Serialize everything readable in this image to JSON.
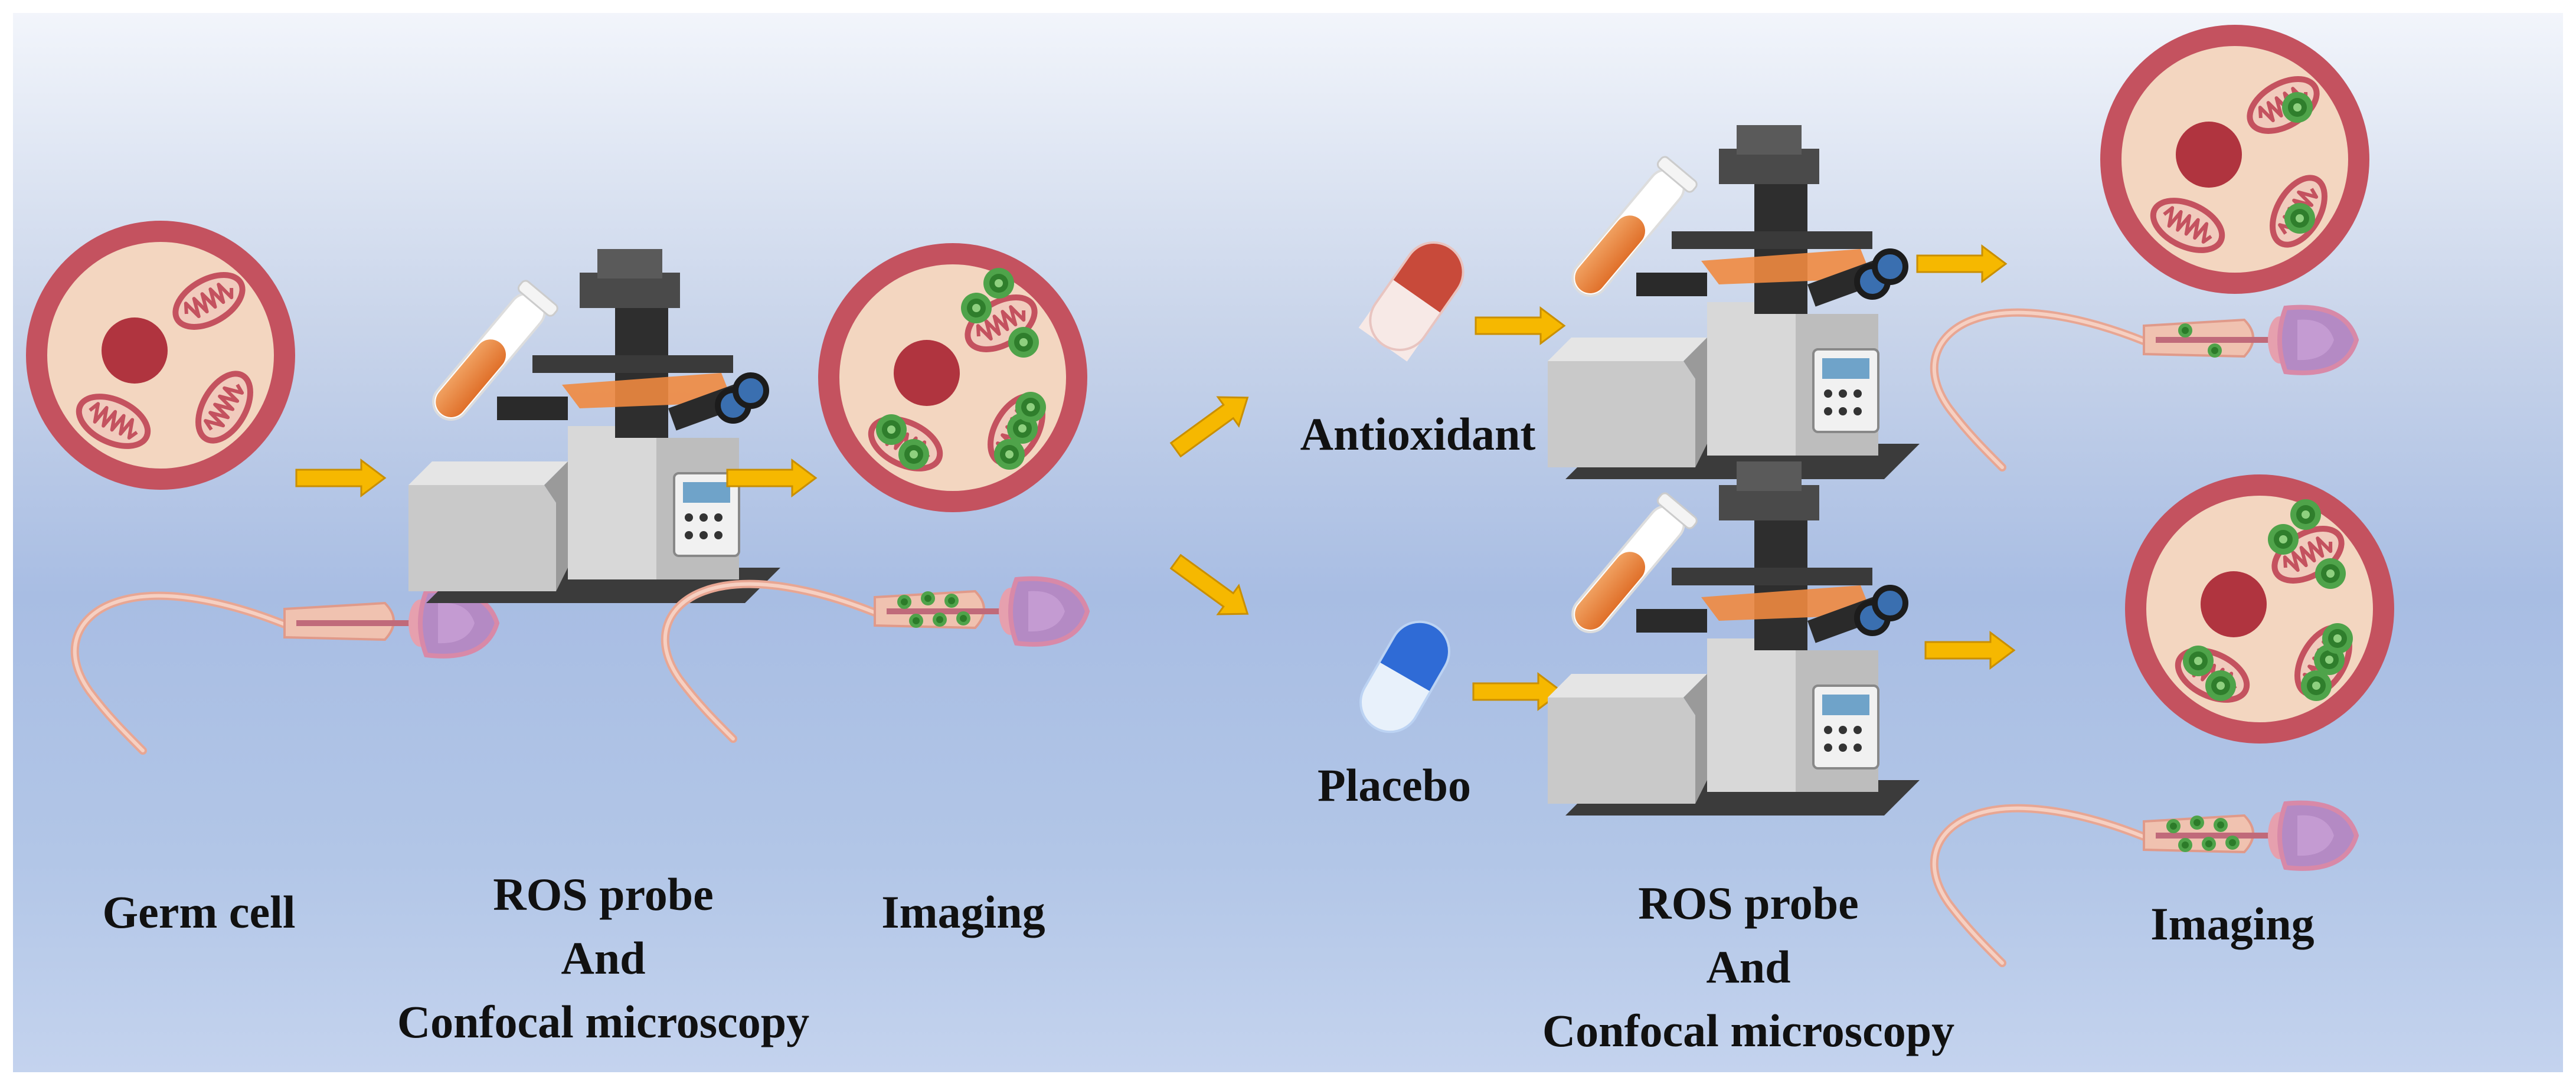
{
  "colors": {
    "background_top": "#f2f5fb",
    "background_bottom": "#a8bde3",
    "cell_membrane": "#c4525f",
    "cell_cytoplasm": "#f3d6c0",
    "nucleus": "#b0343f",
    "ros_green": "#3f9a3a",
    "arrow_fill": "#f6b800",
    "antioxidant_capsule": "#c84a3a",
    "placebo_capsule": "#2f6bd6",
    "sperm_head": "#b48ac4"
  },
  "labels": {
    "germ_cell": "Germ cell",
    "ros_probe_left": [
      "ROS probe",
      "And",
      "Confocal microscopy"
    ],
    "imaging_left": "Imaging",
    "antioxidant": "Antioxidant",
    "placebo": "Placebo",
    "ros_probe_right": [
      "ROS probe",
      "And",
      "Confocal microscopy"
    ],
    "imaging_right": "Imaging"
  }
}
